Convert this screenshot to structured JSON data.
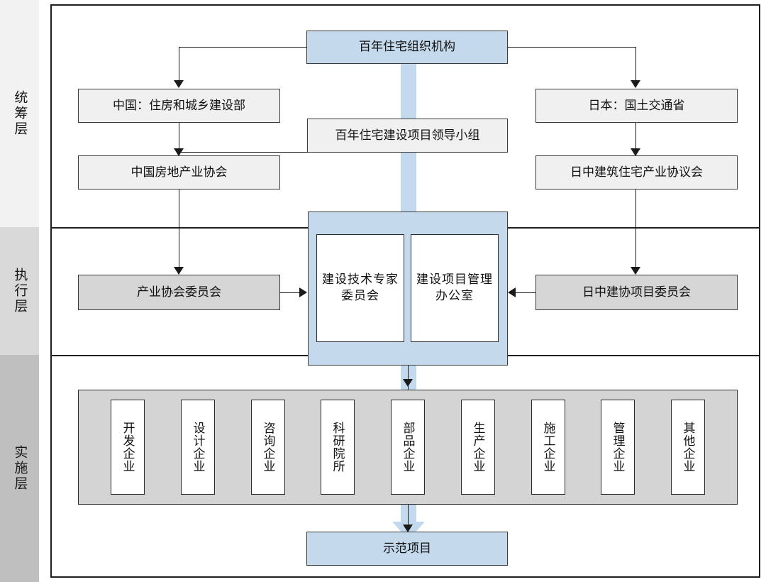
{
  "diagram": {
    "title": "百年住宅组织机构",
    "layers": [
      {
        "name": "统筹层"
      },
      {
        "name": "执行层"
      },
      {
        "name": "实施层"
      }
    ],
    "nodes": {
      "root": "百年住宅组织机构",
      "china_ministry": "中国：住房和城乡建设部",
      "leading_group": "百年住宅建设项目领导小组",
      "japan_ministry": "日本：国土交通省",
      "china_association": "中国房地产业协会",
      "japan_association": "日中建筑住宅产业协议会",
      "industry_committee": "产业协会委员会",
      "tech_expert_committee": "建设技术专家委员会",
      "project_office": "建设项目管理办公室",
      "jc_project_committee": "日中建协项目委员会",
      "demo_project": "示范项目"
    },
    "enterprises": [
      {
        "label": "开发企业"
      },
      {
        "label": "设计企业"
      },
      {
        "label": "咨询企业"
      },
      {
        "label": "科研院所"
      },
      {
        "label": "部品企业"
      },
      {
        "label": "生产企业"
      },
      {
        "label": "施工企业"
      },
      {
        "label": "管理企业"
      },
      {
        "label": "其他企业"
      }
    ],
    "colors": {
      "accent_blue": "#c5d9ec",
      "grey_light": "#f0f0f0",
      "grey_dark": "#d6d6d6",
      "strip_grey": "#d4d4d4",
      "band_top": "#f2f2f2",
      "band_mid": "#d9d9d9",
      "band_bottom": "#bfbfbf",
      "line": "#1a1a1a"
    }
  }
}
